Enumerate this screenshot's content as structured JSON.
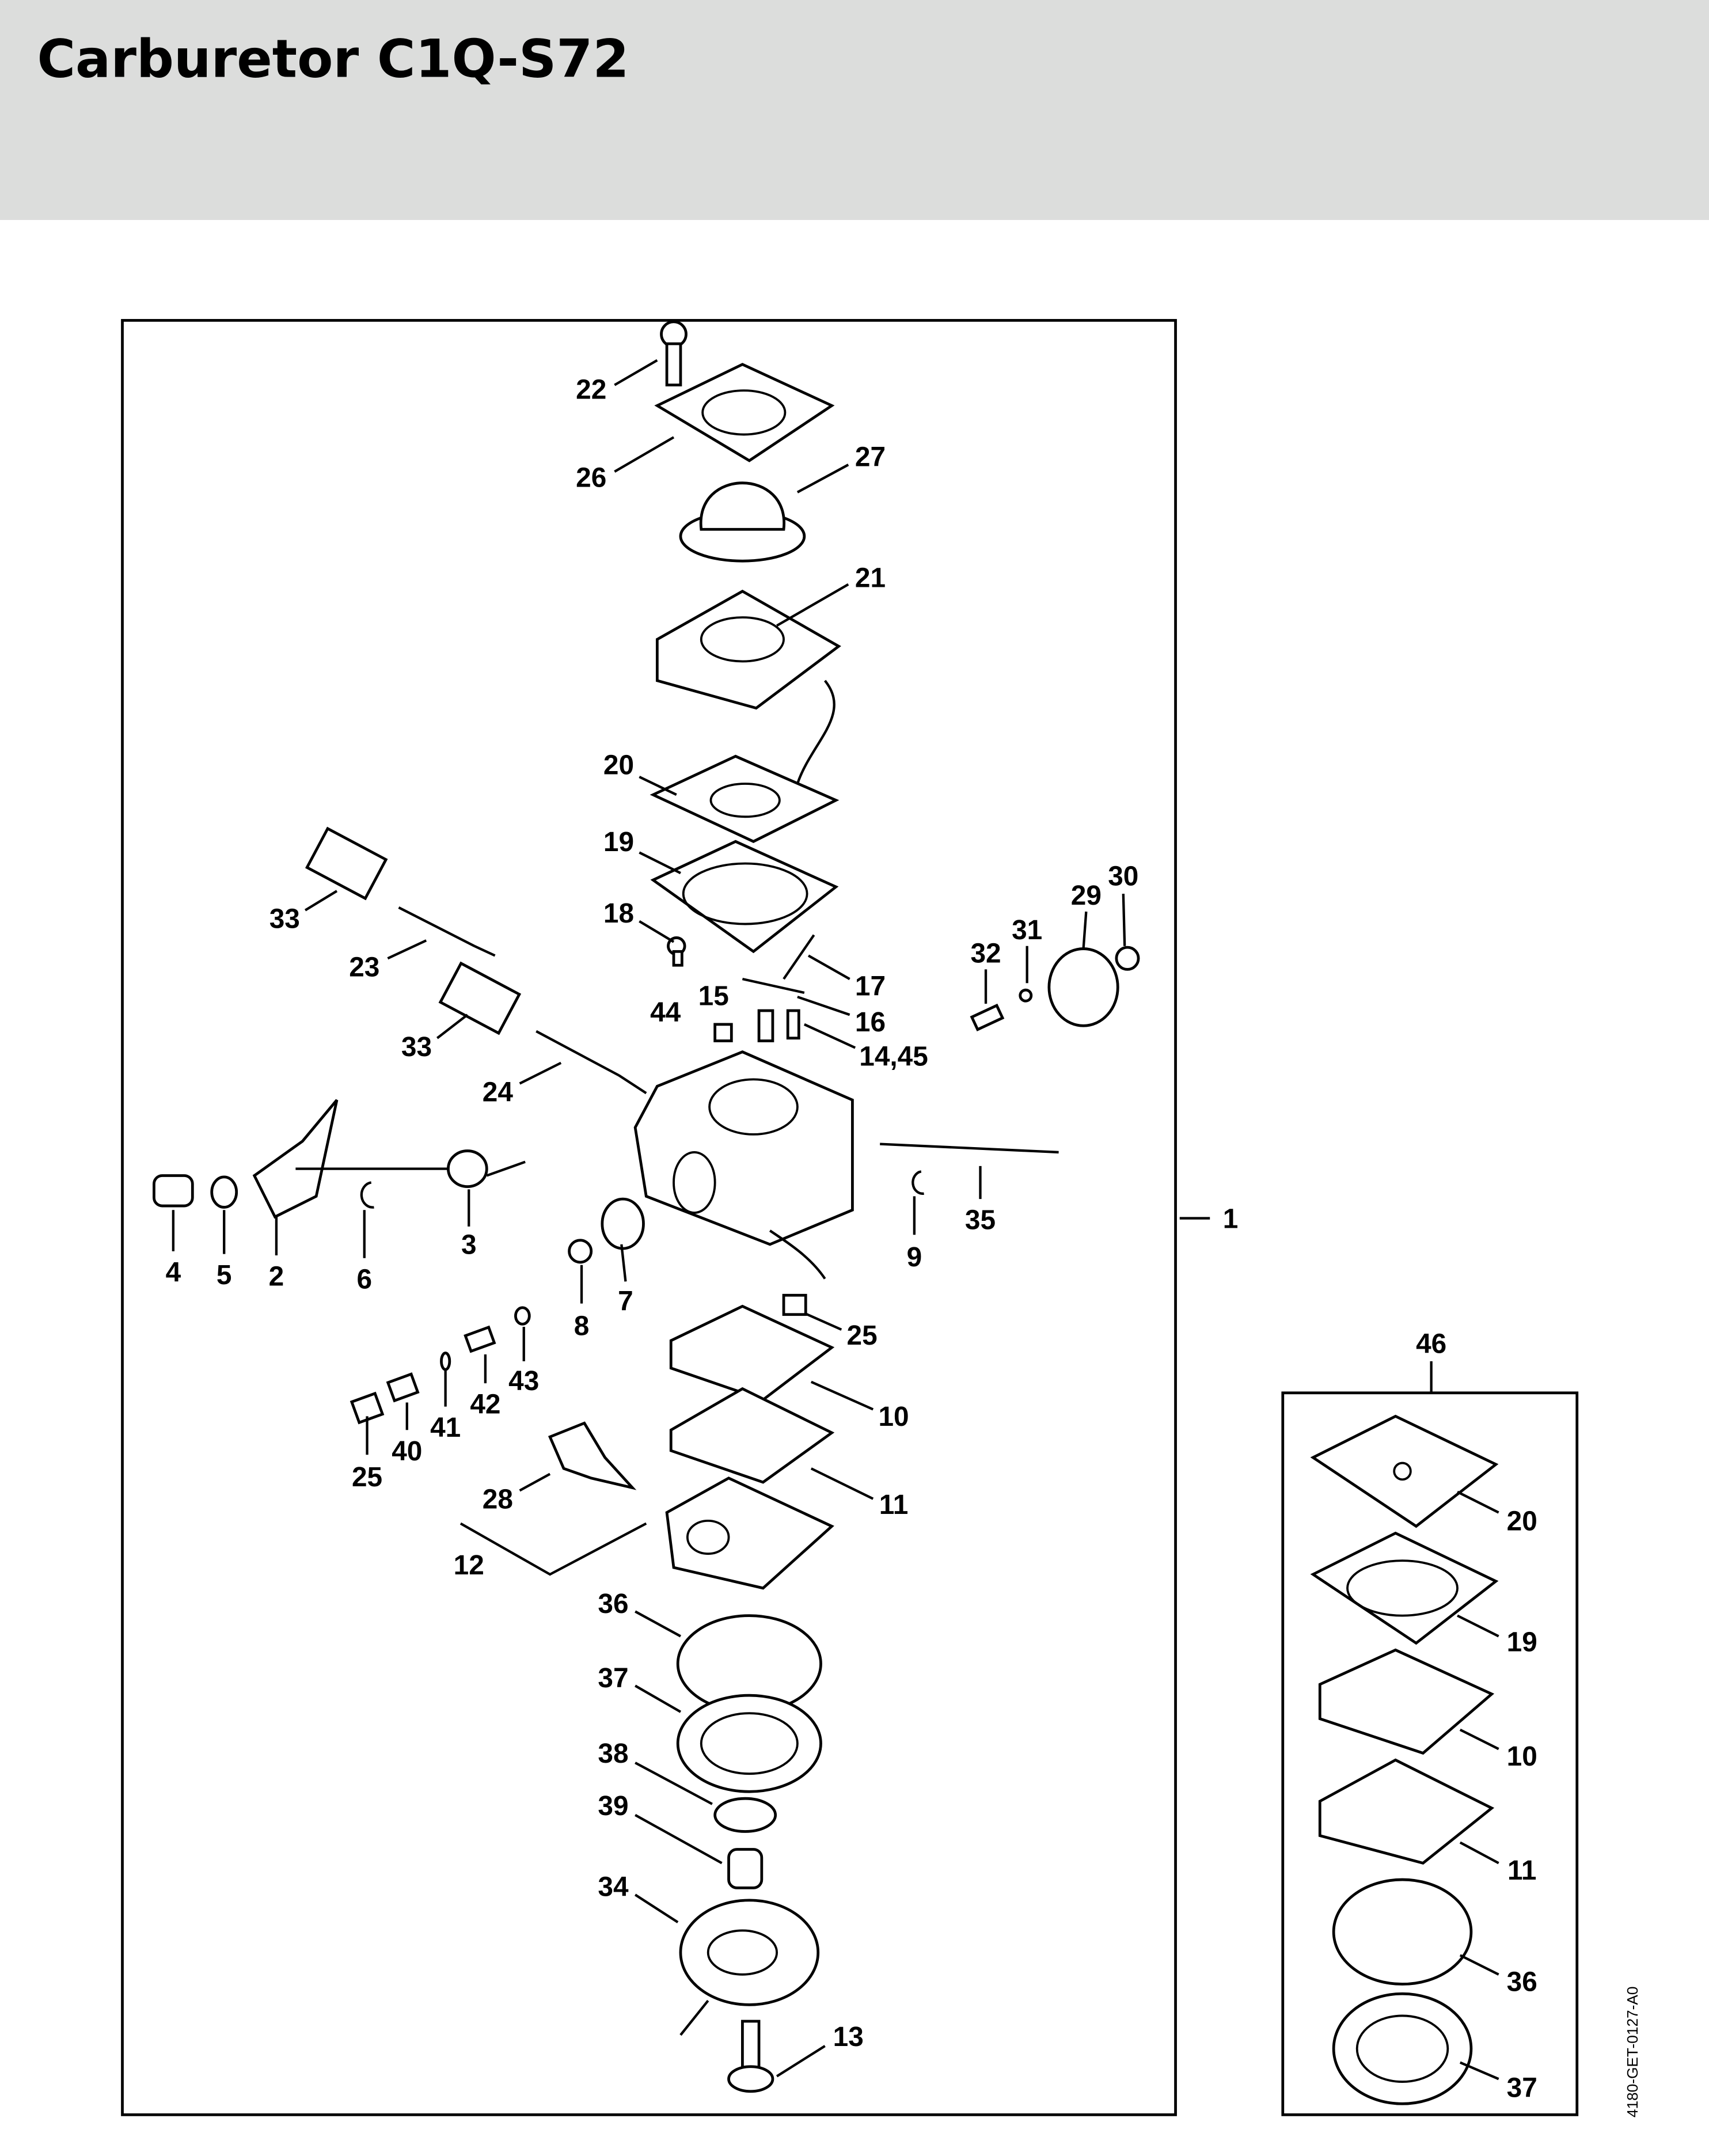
{
  "header": {
    "title": "Carburetor C1Q-S72",
    "background": "#dcdddc"
  },
  "callouts": [
    "22",
    "26",
    "27",
    "21",
    "20",
    "19",
    "18",
    "17",
    "16",
    "14,45",
    "15",
    "44",
    "33",
    "23",
    "33",
    "24",
    "32",
    "31",
    "29",
    "30",
    "4",
    "5",
    "2",
    "6",
    "3",
    "35",
    "9",
    "1",
    "8",
    "7",
    "25",
    "43",
    "42",
    "41",
    "40",
    "25",
    "10",
    "11",
    "28",
    "12",
    "36",
    "37",
    "38",
    "39",
    "34",
    "13"
  ],
  "kit": {
    "label": "46",
    "callouts": [
      "20",
      "19",
      "10",
      "11",
      "36",
      "37"
    ]
  },
  "side_code": "4180-GET-0127-A0"
}
